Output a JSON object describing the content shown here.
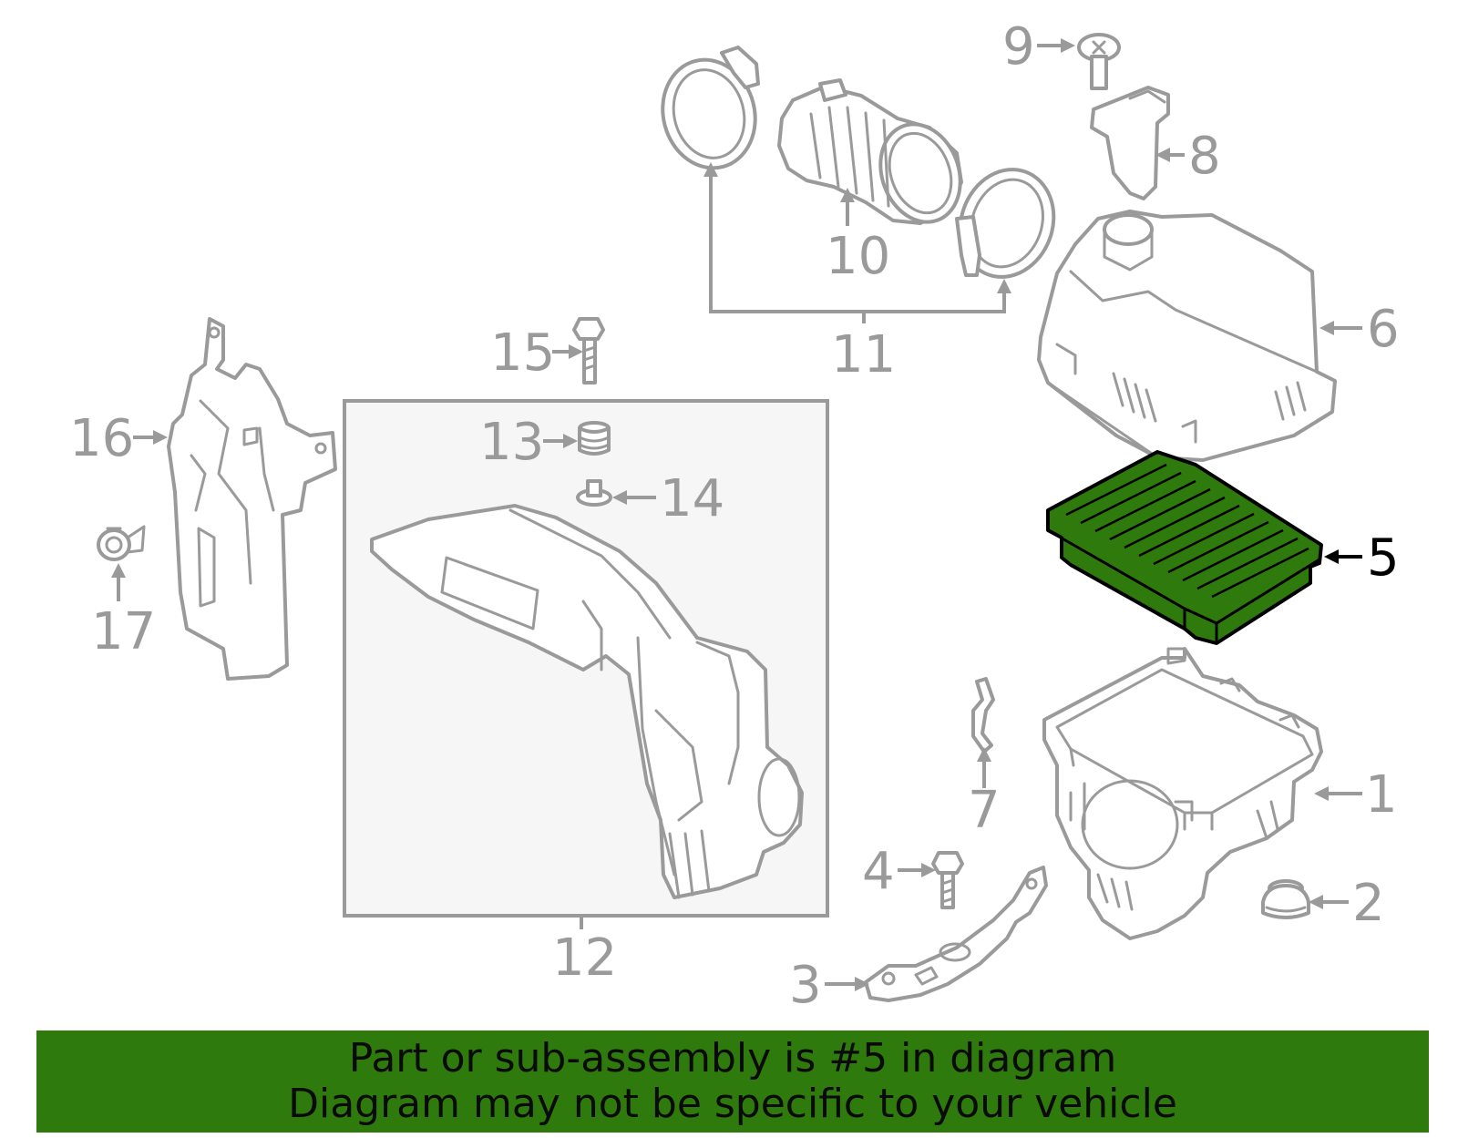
{
  "diagram": {
    "callouts": [
      "1",
      "2",
      "3",
      "4",
      "5",
      "6",
      "7",
      "8",
      "9",
      "10",
      "11",
      "12",
      "13",
      "14",
      "15",
      "16",
      "17"
    ],
    "highlighted_part": "5",
    "highlight_color": "#2f7a0c",
    "line_color": "#9a9a9a",
    "parts": {
      "p1": "air-cleaner-lower-case",
      "p2": "grommet",
      "p3": "mounting-bracket",
      "p4": "bolt",
      "p5": "air-filter-element",
      "p6": "air-cleaner-upper-cover",
      "p7": "clip",
      "p8": "mass-air-flow-sensor",
      "p9": "screw",
      "p10": "intake-hose",
      "p11": "hose-clamps",
      "p12": "air-inlet-duct",
      "p13": "grommet",
      "p14": "retainer",
      "p15": "bolt",
      "p16": "air-guide-bracket",
      "p17": "push-clip"
    }
  },
  "footer": {
    "line1": "Part or sub-assembly is #5 in diagram",
    "line2": "Diagram may not be specific to your vehicle",
    "background": "#2f7a0c"
  }
}
